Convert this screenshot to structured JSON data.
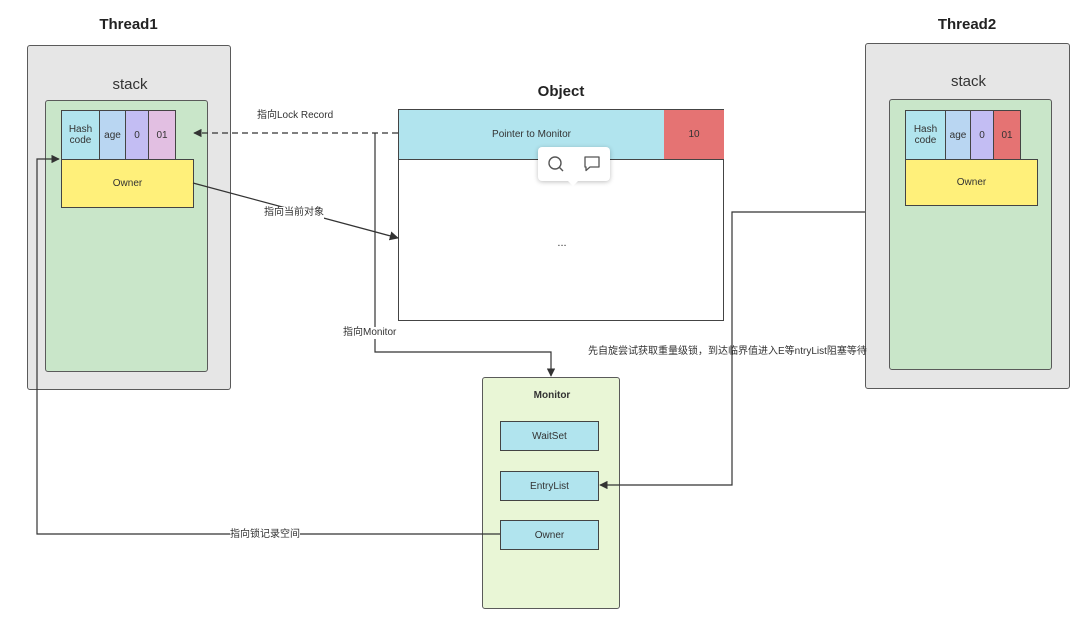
{
  "thread1": {
    "title": "Thread1",
    "stack_label": "stack",
    "mark": {
      "hash_code": "Hash code",
      "age": "age",
      "biased": "0",
      "lock_flag": "01"
    },
    "owner": "Owner"
  },
  "thread2": {
    "title": "Thread2",
    "stack_label": "stack",
    "mark": {
      "hash_code": "Hash code",
      "age": "age",
      "biased": "0",
      "lock_flag": "01"
    },
    "owner": "Owner"
  },
  "object": {
    "title": "Object",
    "pointer": "Pointer to Monitor",
    "flag": "10",
    "body": "..."
  },
  "monitor": {
    "title": "Monitor",
    "waitset": "WaitSet",
    "entrylist": "EntryList",
    "owner": "Owner"
  },
  "edges": {
    "to_lock_record": "指向Lock Record",
    "to_current_object": "指向当前对象",
    "to_monitor": "指向Monitor",
    "thread2_spin": "先自旋尝试获取重量级锁，到达临界值进入E等ntryList阻塞等待",
    "to_lock_record_space": "指向锁记录空间"
  },
  "popup": {
    "icons": [
      "search-icon",
      "comment-icon"
    ]
  },
  "colors": {
    "thread_bg": "#e6e6e6",
    "stack_bg": "#c9e6c9",
    "cyan": "#b1e4ee",
    "age": "#b9d6f2",
    "biased": "#c3bdf3",
    "flag01": "#e2bfe2",
    "flag10": "#e57373",
    "owner": "#fff07a",
    "monitor_bg": "#e9f6d6"
  }
}
